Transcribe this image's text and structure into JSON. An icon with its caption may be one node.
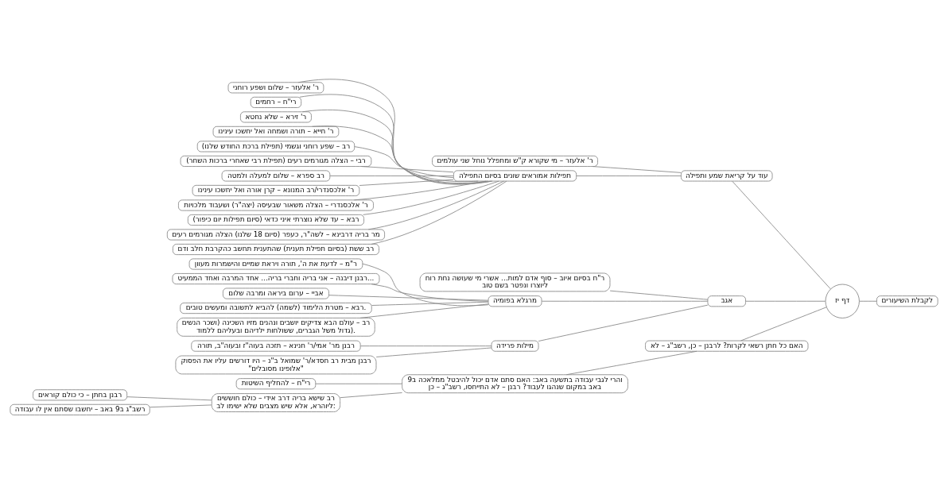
{
  "diagram": {
    "nodes": [
      {
        "text": [
          "לקבלת השיעורים"
        ]
      },
      {
        "text": [
          "דף יז"
        ]
      },
      {
        "text": [
          "עוד על קריאת שמע ותפילה"
        ]
      },
      {
        "text": [
          "ר' אלעזר – מי שקורא ק\"ש ומתפלל נוחל שני עולמים"
        ]
      },
      {
        "text": [
          "תפילות אמוראים שונים בסיום התפילה"
        ]
      },
      {
        "text": [
          "ר' אלעזר – שלום ושפע רוחני"
        ]
      },
      {
        "text": [
          "רי\"ח – רחמים"
        ]
      },
      {
        "text": [
          "ר' זירא – שלא נחטא"
        ]
      },
      {
        "text": [
          "ר' חייא – תורה ושמחה ואל יחשכו עינינו"
        ]
      },
      {
        "text": [
          "רב – שפע רוחני וגשמי (תפילת ברכת החודש שלנו)"
        ]
      },
      {
        "text": [
          "רבי – הצלה מגורמים רעים (תפילת רבי שאחרי ברכות השחר)"
        ]
      },
      {
        "text": [
          "רב ספרא – שלום למעלה ולמטה"
        ]
      },
      {
        "text": [
          "ר' אלכסנדרי/רב המנונא – קרן אורה ואל יחשכו עינינו"
        ]
      },
      {
        "text": [
          "ר' אלכסנדרי – הצלה משאור שבעיסה (יצה\"ר) ושעבוד מלכויות"
        ]
      },
      {
        "text": [
          "רבא – עד שלא נוצרתי איני כדאי (סיום תפילות יום כיפור)"
        ]
      },
      {
        "text": [
          "מר בריה דרבינא – לשה\"ר, כעפר (סיום 18 שלנו) הצלה מגורמים רעים"
        ]
      },
      {
        "text": [
          "רב ששת (בסיום תפילת תענית) שהתענית תחשב כהקרבת חלב ודם"
        ]
      },
      {
        "text": [
          "אגב"
        ]
      },
      {
        "text": [
          "ר\"ח בסיום איוב – סוף אדם למות... אשרי מי שעושה נחת רוח ליוצרו ונפטר בשם טוב"
        ]
      },
      {
        "text": [
          "מרגלא בפומיה"
        ]
      },
      {
        "text": [
          "ר\"מ – לדעת את ה', תורה ויראת שמיים והישמרות מעוון"
        ]
      },
      {
        "text": [
          "רבנן דיבנה – אני בריה וחברי בריה... אחד המרבה ואחד הממעיט..."
        ]
      },
      {
        "text": [
          "אביי – ערום ביראה ומרבה שלום"
        ]
      },
      {
        "text": [
          "רבא – מטרת הלימוד (לשמה) להביא לתשובה ומעשים טובים."
        ]
      },
      {
        "text": [
          "רב – עולם הבא צדיקים יושבים ונהנים מזיו השכינה (ושכר הנשים גדול משל הגברים, ששולחות ילדיהם ובעליהם ללמוד)."
        ]
      },
      {
        "text": [
          "מילות פרידה"
        ]
      },
      {
        "text": [
          "רבנן מר' אמי/ר' חנינא – תזכה בעוה\"ז ובעוה\"ב, תורה"
        ]
      },
      {
        "text": [
          "רבנן מבית רב חסדא/ר' שמואל ב\"נ – היו דורשים עליו את הפסוק \"אלופינו מסובלים\""
        ]
      },
      {
        "text": [
          "האם כל חתן רשאי לקרות? לרבנן – כן, רשב\"ג – לא"
        ]
      },
      {
        "text": [
          "והרי לגבי עבודה בתשעה באב: האם סתם אדם יכול להיבטל ממלאכה ב9 באב במקום שנהגו לעבוד? רבנן – לא התייחסו, רשב\"ג – כן"
        ]
      },
      {
        "text": [
          "רי\"ח – להחליף השיטות"
        ]
      },
      {
        "text": [
          "רב שישא בריה דרב אידי – כולם חוששים ליוהרא, אלא שיש מצבים שלא ישימו לב:"
        ]
      },
      {
        "text": [
          "רבנן בחתן – כי כולם קוראים"
        ]
      },
      {
        "text": [
          "רשב\"ג ב9 באב – יחשבו שסתם אין לו עבודה"
        ]
      }
    ],
    "edges": [
      {
        "from": 0,
        "to": 1,
        "arrow": "none"
      },
      {
        "from": 1,
        "to": 2,
        "arrow": "none"
      },
      {
        "from": 2,
        "to": 3,
        "arrow": "none"
      },
      {
        "from": 2,
        "to": 4,
        "arrow": "none"
      },
      {
        "from": 4,
        "to": 5,
        "arrow": "none"
      },
      {
        "from": 4,
        "to": 6,
        "arrow": "none"
      },
      {
        "from": 4,
        "to": 7,
        "arrow": "none"
      },
      {
        "from": 4,
        "to": 8,
        "arrow": "none"
      },
      {
        "from": 4,
        "to": 9,
        "arrow": "none"
      },
      {
        "from": 4,
        "to": 10,
        "arrow": "none"
      },
      {
        "from": 4,
        "to": 11,
        "arrow": "none"
      },
      {
        "from": 4,
        "to": 12,
        "arrow": "none"
      },
      {
        "from": 4,
        "to": 13,
        "arrow": "none"
      },
      {
        "from": 4,
        "to": 14,
        "arrow": "none"
      },
      {
        "from": 4,
        "to": 15,
        "arrow": "none"
      },
      {
        "from": 4,
        "to": 16,
        "arrow": "none"
      },
      {
        "from": 1,
        "to": 17,
        "arrow": "none"
      },
      {
        "from": 17,
        "to": 18,
        "arrow": "none"
      },
      {
        "from": 17,
        "to": 19,
        "arrow": "none"
      },
      {
        "from": 19,
        "to": 20,
        "arrow": "none"
      },
      {
        "from": 19,
        "to": 21,
        "arrow": "none"
      },
      {
        "from": 19,
        "to": 22,
        "arrow": "none"
      },
      {
        "from": 19,
        "to": 23,
        "arrow": "none"
      },
      {
        "from": 19,
        "to": 24,
        "arrow": "none"
      },
      {
        "from": 17,
        "to": 25,
        "arrow": "none"
      },
      {
        "from": 25,
        "to": 26,
        "arrow": "none"
      },
      {
        "from": 25,
        "to": 27,
        "arrow": "none"
      },
      {
        "from": 1,
        "to": 28,
        "arrow": "none"
      },
      {
        "from": 28,
        "to": 29,
        "arrow": "none"
      },
      {
        "from": 29,
        "to": 30,
        "arrow": "none"
      },
      {
        "from": 29,
        "to": 31,
        "arrow": "none"
      },
      {
        "from": 31,
        "to": 32,
        "arrow": "none"
      },
      {
        "from": 31,
        "to": 33,
        "arrow": "none"
      }
    ]
  }
}
